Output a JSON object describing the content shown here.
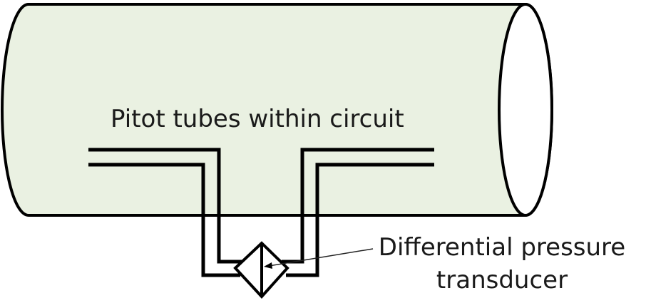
{
  "labels": {
    "pitot_tubes": "Pitot tubes within circuit",
    "transducer_line1": "Differential pressure",
    "transducer_line2": "transducer"
  },
  "colors": {
    "circuit_fill": "#eaf1e2",
    "circuit_end_fill": "#ffffff",
    "stroke": "#000000",
    "text": "#1a1a1a"
  }
}
